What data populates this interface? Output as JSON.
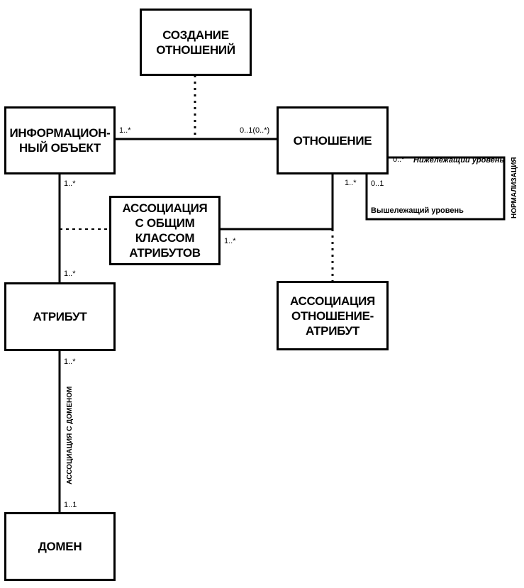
{
  "entities": {
    "creation": "СОЗДАНИЕ\nОТНОШЕНИЙ",
    "info_object": "ИНФОРМАЦИОН-\nНЫЙ ОБЪЕКТ",
    "relation": "ОТНОШЕНИЕ",
    "common_class": "АССОЦИАЦИЯ\nС ОБЩИМ\nКЛАССОМ\nАТРИБУТОВ",
    "attribute": "АТРИБУТ",
    "relation_attribute": "АССОЦИАЦИЯ\nОТНОШЕНИЕ-\nАТРИБУТ",
    "domain": "ДОМЕН"
  },
  "multiplicities": {
    "info_to_relation_left": "1..*",
    "info_to_relation_right": "0..1(0..*)",
    "info_down": "1..*",
    "attribute_up": "1..*",
    "relation_down": "1..*",
    "common_class_left": "1..*",
    "attribute_down": "1..*",
    "domain_up": "1..1",
    "lower_level_mult": "0..*",
    "upper_level_mult": "0..1"
  },
  "labels": {
    "lower_level": "Нижележащий уровень",
    "upper_level": "Вышележащий уровень",
    "normalization": "НОРМАЛИЗАЦИЯ",
    "domain_association": "АССОЦИАЦИЯ С ДОМЕНОМ"
  }
}
